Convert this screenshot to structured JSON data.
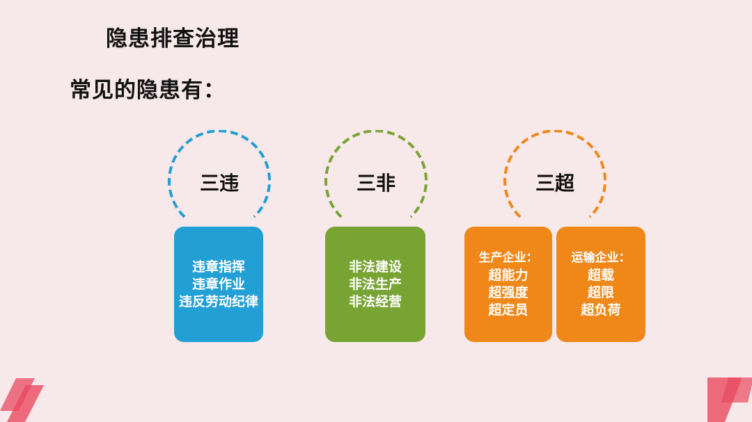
{
  "slide": {
    "title": "隐患排查治理",
    "subtitle": "常见的隐患有："
  },
  "colors": {
    "background": "#f7e8ea",
    "blue": "#229fd4",
    "green": "#78a434",
    "orange": "#f08719",
    "accent_red": "#e84a5f"
  },
  "groups": [
    {
      "label": "三违",
      "color": "blue",
      "items": [
        "违章指挥",
        "违章作业",
        "违反劳动纪律"
      ]
    },
    {
      "label": "三非",
      "color": "green",
      "items": [
        "非法建设",
        "非法生产",
        "非法经营"
      ]
    },
    {
      "label": "三超",
      "color": "orange",
      "subgroups": [
        {
          "heading": "生产企业：",
          "items": [
            "超能力",
            "超强度",
            "超定员"
          ]
        },
        {
          "heading": "运输企业：",
          "items": [
            "超载",
            "超限",
            "超负荷"
          ]
        }
      ]
    }
  ]
}
